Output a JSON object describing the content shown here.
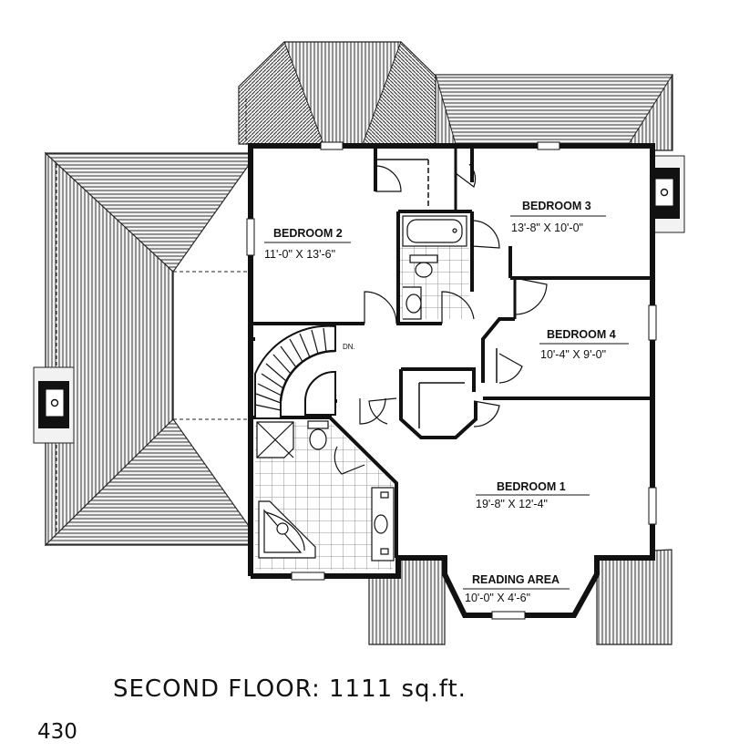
{
  "floor_caption": "SECOND FLOOR:  1111  sq.ft.",
  "plan_number": "430",
  "rooms": [
    {
      "name": "BEDROOM 2",
      "size": "11'-0\" X 13'-6\""
    },
    {
      "name": "BEDROOM 3",
      "size": "13'-8\" X 10'-0\""
    },
    {
      "name": "BEDROOM 4",
      "size": "10'-4\" X 9'-0\""
    },
    {
      "name": "BEDROOM 1",
      "size": "19'-8\" X 12'-4\""
    },
    {
      "name": "READING AREA",
      "size": "10'-0\" X 4'-6\""
    }
  ],
  "stair_label": "DN."
}
